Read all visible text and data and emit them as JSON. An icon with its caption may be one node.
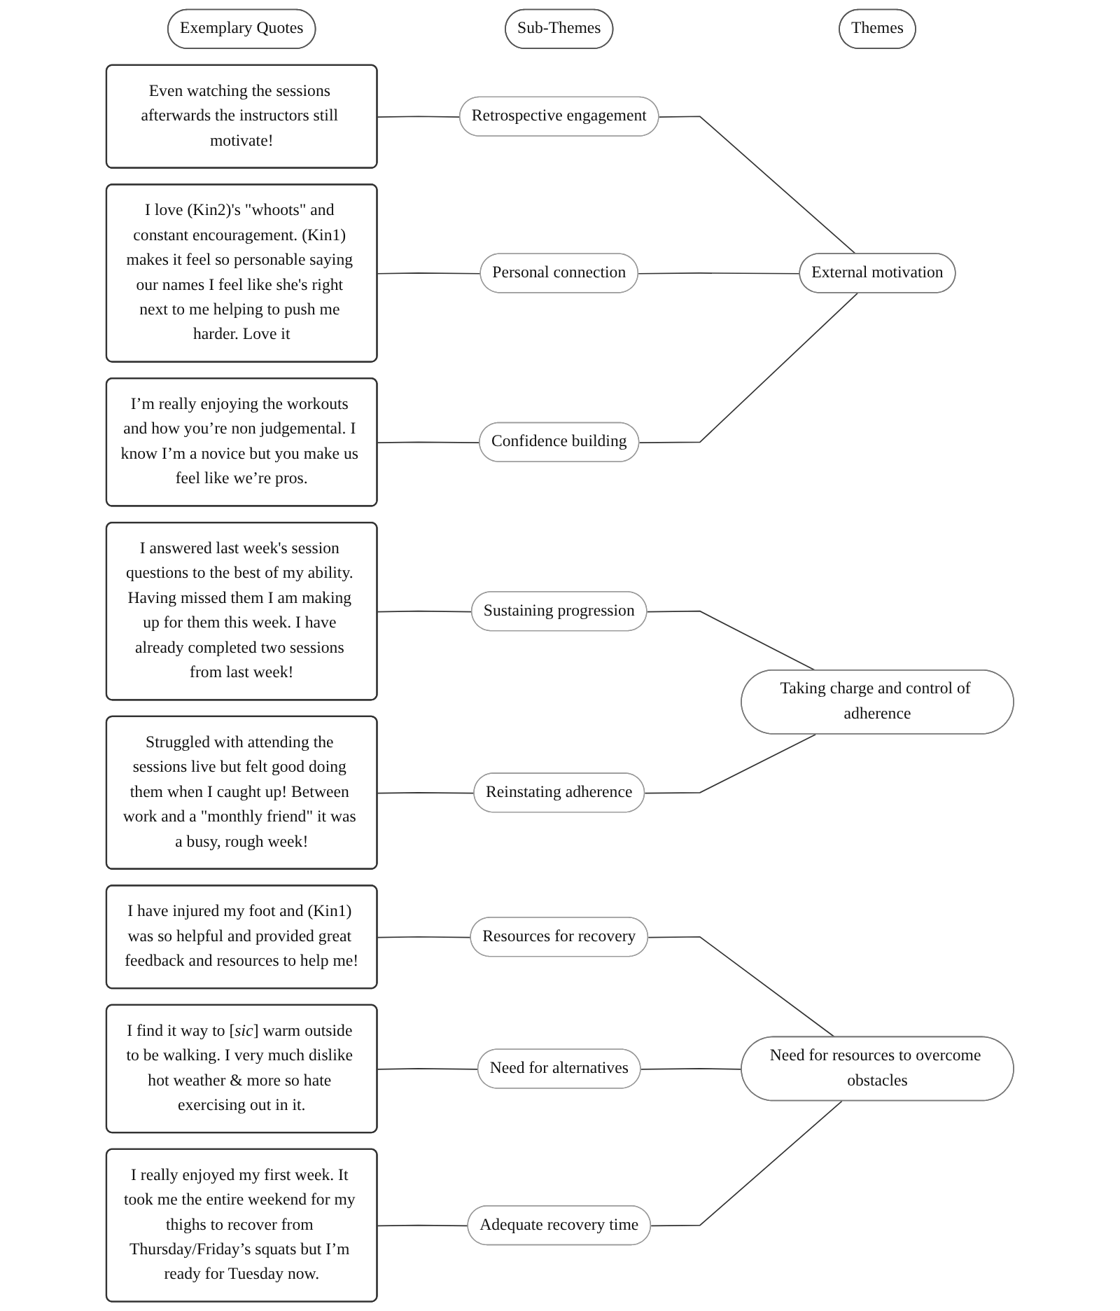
{
  "diagram": {
    "nodes": [
      {
        "text": [
          "Exemplary Quotes"
        ]
      },
      {
        "text": [
          "Sub-Themes"
        ]
      },
      {
        "text": [
          "Themes"
        ]
      },
      {
        "text": [
          "Even watching the sessions afterwards the instructors still motivate!"
        ]
      },
      {
        "text": [
          "I love (Kin2)'s \"whoots\" and constant encouragement. (Kin1) makes it feel so personable saying our names I feel like she's right next to me helping to push me harder. Love it"
        ]
      },
      {
        "text": [
          "I’m really enjoying the workouts and how you’re non judgemental. I know I’m a novice but you make us feel like we’re pros."
        ]
      },
      {
        "text": [
          "I answered last week's session questions to the best of my ability. Having missed them I am making up for them this week. I have already completed two sessions from last week!"
        ]
      },
      {
        "text": [
          "Struggled with attending the sessions live but felt good doing them when I caught up! Between work and a \"monthly friend\" it was a busy, rough week!"
        ]
      },
      {
        "text": [
          "I have injured my foot and (Kin1) was so helpful and provided great feedback and resources to help me!"
        ]
      },
      {
        "text": [
          "I find it way to [*sic*] warm outside to be walking. I very much dislike hot weather & more so hate exercising out in it."
        ]
      },
      {
        "text": [
          "I really enjoyed my first week. It took me the entire weekend for my thighs to recover from Thursday/Friday’s squats but I’m ready for Tuesday now."
        ]
      },
      {
        "text": [
          "Retrospective engagement"
        ]
      },
      {
        "text": [
          "Personal connection"
        ]
      },
      {
        "text": [
          "Confidence building"
        ]
      },
      {
        "text": [
          "Sustaining progression"
        ]
      },
      {
        "text": [
          "Reinstating adherence"
        ]
      },
      {
        "text": [
          "Resources for recovery"
        ]
      },
      {
        "text": [
          "Need for alternatives"
        ]
      },
      {
        "text": [
          "Adequate recovery time"
        ]
      },
      {
        "text": [
          "External motivation"
        ]
      },
      {
        "text": [
          "Taking charge and control of adherence"
        ]
      },
      {
        "text": [
          "Need for resources to overcome obstacles"
        ]
      }
    ],
    "edges": [
      {
        "from": 3,
        "to": 11,
        "arrow": "none"
      },
      {
        "from": 4,
        "to": 12,
        "arrow": "none"
      },
      {
        "from": 5,
        "to": 13,
        "arrow": "none"
      },
      {
        "from": 6,
        "to": 14,
        "arrow": "none"
      },
      {
        "from": 7,
        "to": 15,
        "arrow": "none"
      },
      {
        "from": 8,
        "to": 16,
        "arrow": "none"
      },
      {
        "from": 9,
        "to": 17,
        "arrow": "none"
      },
      {
        "from": 10,
        "to": 18,
        "arrow": "none"
      },
      {
        "from": 11,
        "to": 19,
        "arrow": "none"
      },
      {
        "from": 12,
        "to": 19,
        "arrow": "none"
      },
      {
        "from": 13,
        "to": 19,
        "arrow": "none"
      },
      {
        "from": 14,
        "to": 20,
        "arrow": "none"
      },
      {
        "from": 15,
        "to": 20,
        "arrow": "none"
      },
      {
        "from": 16,
        "to": 21,
        "arrow": "none"
      },
      {
        "from": 17,
        "to": 21,
        "arrow": "none"
      },
      {
        "from": 18,
        "to": 21,
        "arrow": "none"
      }
    ]
  }
}
